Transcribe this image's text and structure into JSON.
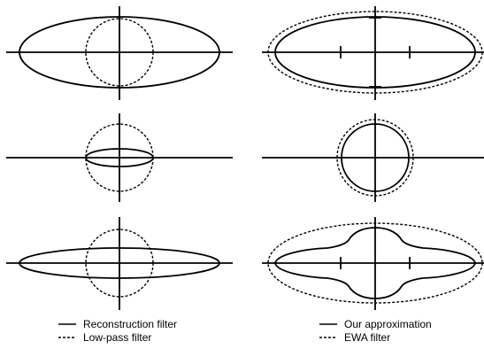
{
  "legend": {
    "left": [
      {
        "label": "Reconstruction filter",
        "style": "solid"
      },
      {
        "label": "Low-pass filter",
        "style": "dashed"
      }
    ],
    "right": [
      {
        "label": "Our approximation",
        "style": "solid"
      },
      {
        "label": "EWA filter",
        "style": "dashed"
      }
    ]
  },
  "colors": {
    "stroke": "#000000",
    "background": "#ffffff"
  },
  "panels": [
    {
      "row": 1,
      "column": "left",
      "content": "wide ellipse with dashed circle"
    },
    {
      "row": 1,
      "column": "right",
      "content": "ellipse with dashed ellipse and tick marks"
    },
    {
      "row": 2,
      "column": "left",
      "content": "thin ellipse with dashed circle"
    },
    {
      "row": 2,
      "column": "right",
      "content": "circle with dashed circle"
    },
    {
      "row": 3,
      "column": "left",
      "content": "long thin ellipse with dashed circle"
    },
    {
      "row": 3,
      "column": "right",
      "content": "combined shape with dashed ellipse and tick marks"
    }
  ]
}
